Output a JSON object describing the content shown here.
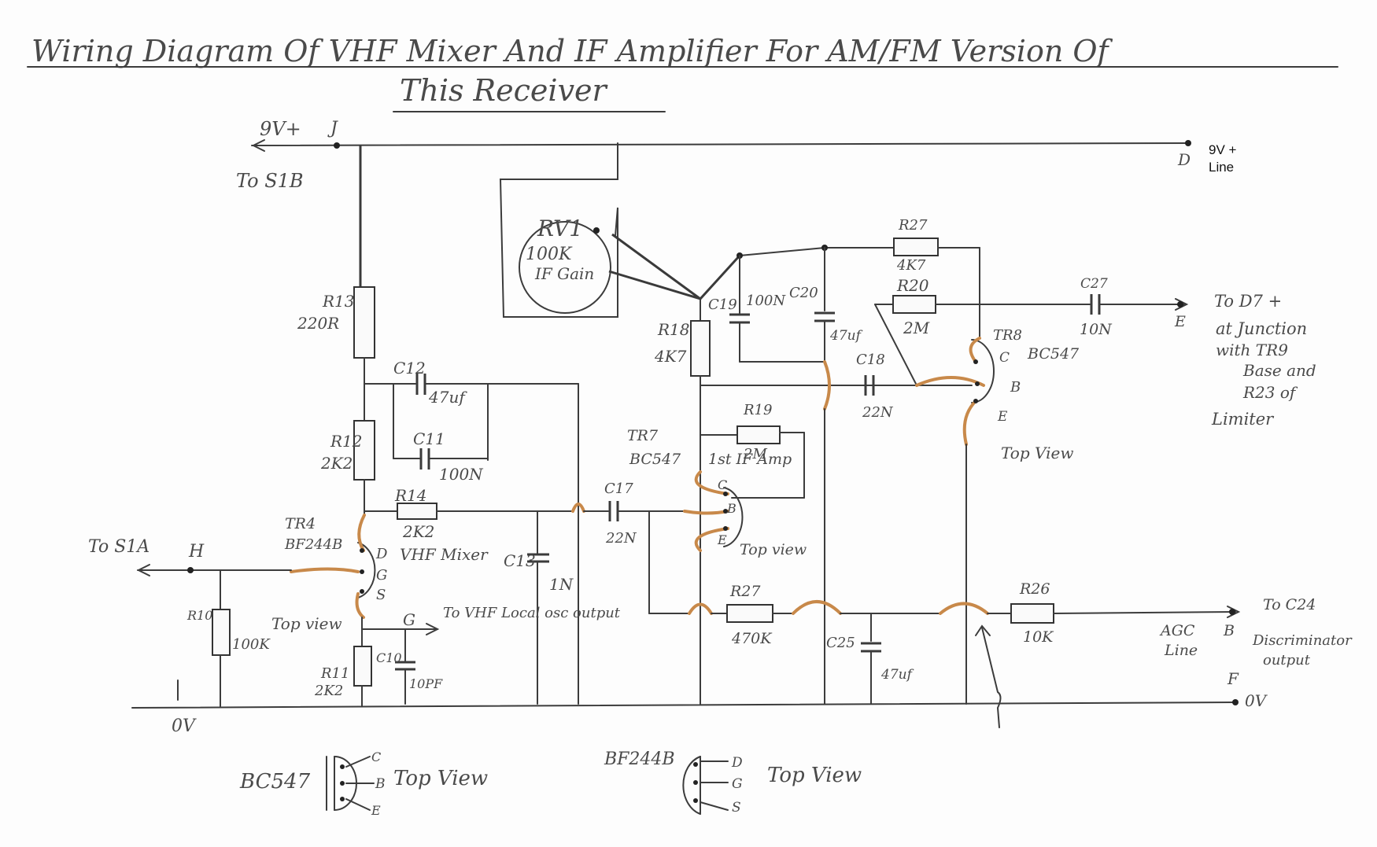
{
  "title_line1": "Wiring Diagram Of VHF Mixer And IF Amplifier For AM/FM Version Of",
  "title_line2": "This Receiver",
  "rails": {
    "supply": "9V+",
    "supply_dest": "To S1B",
    "node_j": "J",
    "node_d": "D",
    "supply_line_1": "9V +",
    "supply_line_2": "Line",
    "ground_left": "0V",
    "ground_right": "0V",
    "node_f": "F"
  },
  "rv1": {
    "name": "RV1",
    "value": "100K",
    "function": "IF Gain"
  },
  "components": {
    "r13": {
      "name": "R13",
      "value": "220R"
    },
    "r12": {
      "name": "R12",
      "value": "2K2"
    },
    "r14": {
      "name": "R14",
      "value": "2K2"
    },
    "r10": {
      "name": "R10",
      "value": "100K"
    },
    "r11": {
      "name": "R11",
      "value": "2K2"
    },
    "c10": {
      "name": "C10",
      "value": "10PF"
    },
    "c11": {
      "name": "C11",
      "value": "100N"
    },
    "c12": {
      "name": "C12",
      "value": "47uf"
    },
    "c13": {
      "name": "C13",
      "value": "1N"
    },
    "c17": {
      "name": "C17",
      "value": "22N"
    },
    "r18": {
      "name": "R18",
      "value": "4K7"
    },
    "c19": {
      "name": "C19",
      "value": "100N"
    },
    "r19": {
      "name": "R19",
      "value": "2M"
    },
    "r27_top": {
      "name": "R27",
      "value": "4K7"
    },
    "r20": {
      "name": "R20",
      "value": "2M"
    },
    "c20": {
      "name": "C20",
      "value": "47uf"
    },
    "c18": {
      "name": "C18",
      "value": "22N"
    },
    "c27": {
      "name": "C27",
      "value": "10N"
    },
    "r27_low": {
      "name": "R27",
      "value": "470K"
    },
    "c25": {
      "name": "C25",
      "value": "47uf"
    },
    "r26": {
      "name": "R26",
      "value": "10K"
    }
  },
  "transistors": {
    "tr4": {
      "name": "TR4",
      "type": "BF244B",
      "pins": [
        "D",
        "G",
        "S"
      ],
      "note": "VHF Mixer",
      "view": "Top view"
    },
    "tr7": {
      "name": "TR7",
      "type": "BC547",
      "pins": [
        "C",
        "B",
        "E"
      ],
      "note": "1st IF Amp",
      "view": "Top view"
    },
    "tr8": {
      "name": "TR8",
      "type": "BC547",
      "pins": [
        "C",
        "B",
        "E"
      ],
      "view": "Top View"
    }
  },
  "connections": {
    "s1a": "To S1A",
    "node_h": "H",
    "node_g": "G",
    "vhf_out": "To VHF Local osc output",
    "node_e": "E",
    "d7_1": "To D7 +",
    "d7_2": "at Junction",
    "d7_3": "with TR9",
    "d7_4": "Base and",
    "d7_5": "R23 of",
    "d7_6": "Limiter",
    "node_b": "B",
    "agc_1": "AGC",
    "agc_2": "Line",
    "c24_1": "To C24",
    "c24_2": "Discriminator",
    "c24_3": "output"
  },
  "legend": {
    "bc547": {
      "type": "BC547",
      "pins": [
        "C",
        "B",
        "E"
      ],
      "view": "Top View"
    },
    "bf244b": {
      "type": "BF244B",
      "pins": [
        "D",
        "G",
        "S"
      ],
      "view": "Top View"
    }
  }
}
